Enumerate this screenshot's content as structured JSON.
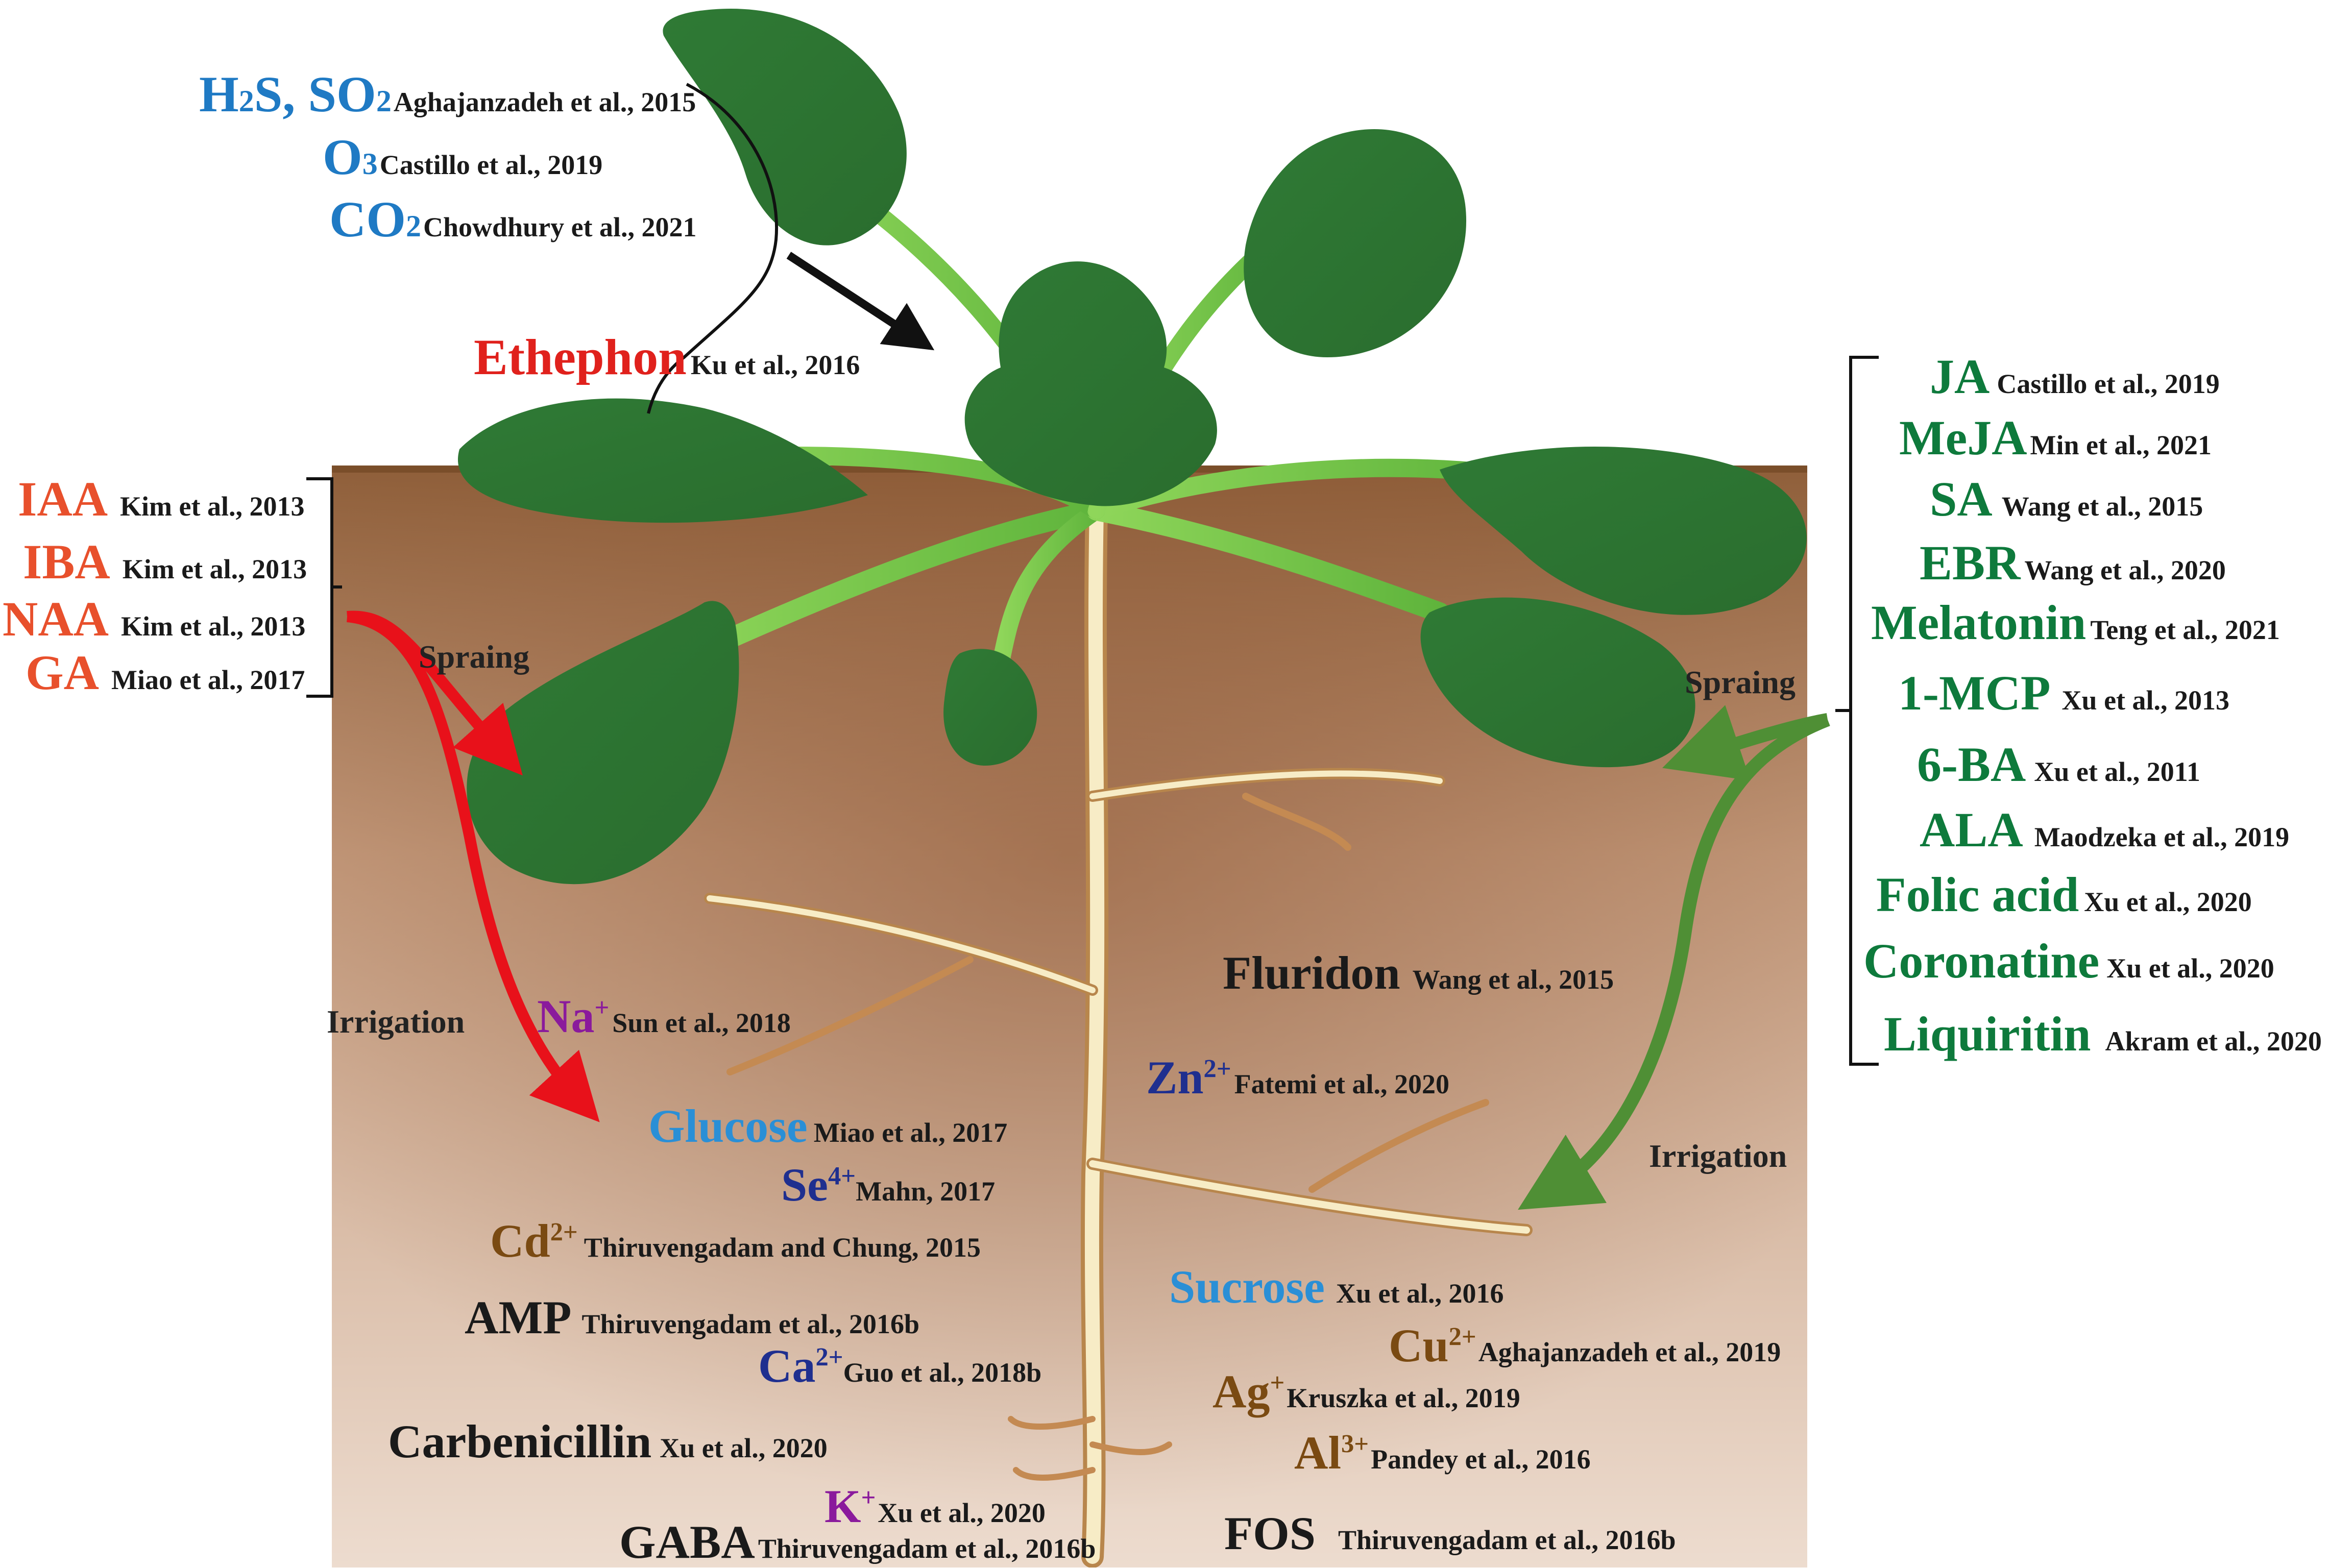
{
  "colors": {
    "soil_top": "#8f5f3a",
    "soil_bottom": "#e8d3c2",
    "leaf_dark": "#2f7a35",
    "leaf_light": "#6fc24a",
    "root": "#f3e3b5",
    "arrow_red": "#e8111a",
    "arrow_green": "#4f8f35",
    "text_blue": "#1f7ac4",
    "text_red": "#e0211c",
    "text_orange": "#e8502c",
    "text_green": "#0e7a3c"
  },
  "air_items": [
    {
      "term": "H2S, SO2",
      "term_html_parts": [
        "H",
        "2",
        "S, SO",
        "2"
      ],
      "cite": "Aghajanzadeh et al., 2015"
    },
    {
      "term": "O3",
      "cite": "Castillo et al., 2019"
    },
    {
      "term": "CO2",
      "cite": "Chowdhury et al., 2021"
    }
  ],
  "ethephon": {
    "term": "Ethephon",
    "cite": "Ku et al., 2016"
  },
  "left_items": [
    {
      "term": "IAA",
      "cite": "Kim et al., 2013"
    },
    {
      "term": "IBA",
      "cite": "Kim et al., 2013"
    },
    {
      "term": "NAA",
      "cite": "Kim et al., 2013"
    },
    {
      "term": "GA",
      "cite": "Miao et al., 2017"
    }
  ],
  "right_items": [
    {
      "term": "JA",
      "cite": "Castillo et al., 2019"
    },
    {
      "term": "MeJA",
      "cite": "Min et al., 2021"
    },
    {
      "term": "SA",
      "cite": "Wang et al., 2015"
    },
    {
      "term": "EBR",
      "cite": "Wang et al., 2020"
    },
    {
      "term": "Melatonin",
      "cite": "Teng et al., 2021"
    },
    {
      "term": "1-MCP",
      "cite": "Xu et al., 2013"
    },
    {
      "term": "6-BA",
      "cite": "Xu et al., 2011"
    },
    {
      "term": "ALA",
      "cite": "Maodzeka et al., 2019"
    },
    {
      "term": "Folic acid",
      "cite": "Xu et al., 2020"
    },
    {
      "term": "Coronatine",
      "cite": "Xu et al., 2020"
    },
    {
      "term": "Liquiritin",
      "cite": "Akram et al., 2020"
    }
  ],
  "methods": {
    "spraying_left": "Spraing",
    "spraying_right": "Spraing",
    "irrigation_left": "Irrigation",
    "irrigation_right": "Irrigation"
  },
  "soil_items": {
    "fluridon": {
      "term": "Fluridon",
      "cite": "Wang et al., 2015"
    },
    "na": {
      "term": "Na",
      "sup": "+",
      "cite": "Sun et al., 2018"
    },
    "zn": {
      "term": "Zn",
      "sup": "2+",
      "cite": "Fatemi et al., 2020"
    },
    "glucose": {
      "term": "Glucose",
      "cite": "Miao et al., 2017"
    },
    "se": {
      "term": "Se",
      "sup": "4+",
      "cite": "Mahn, 2017"
    },
    "cd": {
      "term": "Cd",
      "sup": "2+",
      "cite": "Thiruvengadam and Chung, 2015"
    },
    "sucrose": {
      "term": "Sucrose",
      "cite": "Xu et al., 2016"
    },
    "amp": {
      "term": "AMP",
      "cite": "Thiruvengadam et al., 2016b"
    },
    "cu": {
      "term": "Cu",
      "sup": "2+",
      "cite": "Aghajanzadeh et al., 2019"
    },
    "ca": {
      "term": "Ca",
      "sup": "2+",
      "cite": "Guo et al., 2018b"
    },
    "ag": {
      "term": "Ag",
      "sup": "+",
      "cite": "Kruszka et al., 2019"
    },
    "carbenicillin": {
      "term": "Carbenicillin",
      "cite": "Xu et al., 2020"
    },
    "al": {
      "term": "Al",
      "sup": "3+",
      "cite": "Pandey et al., 2016"
    },
    "k": {
      "term": "K",
      "sup": "+",
      "cite": "Xu et al., 2020"
    },
    "gaba": {
      "term": "GABA",
      "cite": "Thiruvengadam et al., 2016b"
    },
    "fos": {
      "term": "FOS",
      "cite": "Thiruvengadam et al., 2016b"
    }
  }
}
